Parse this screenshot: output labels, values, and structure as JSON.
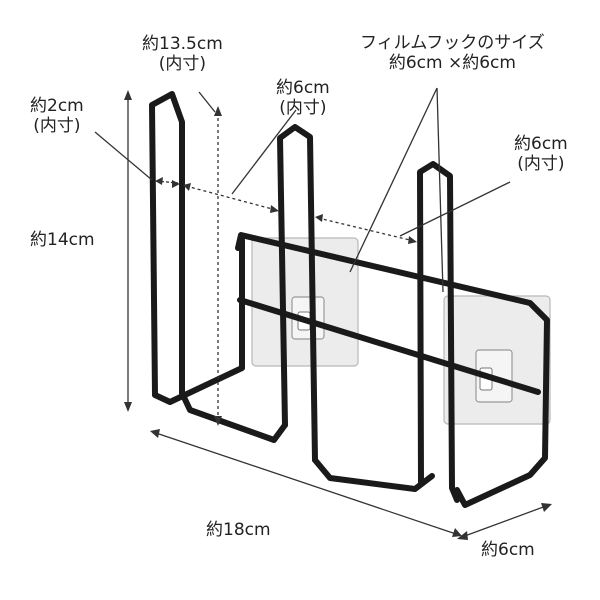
{
  "colors": {
    "frame": "#1a1a1a",
    "film": "#e6e6e6",
    "film_edge": "#b8b8b8",
    "dimension_line": "#333333",
    "text": "#222222"
  },
  "labels": {
    "height_inner": {
      "line1": "約13.5cm",
      "line2": "(内寸)"
    },
    "slot_width_1": {
      "line1": "約6cm",
      "line2": "(内寸)"
    },
    "film_hook": {
      "line1": "フィルムフックのサイズ",
      "line2": "約6cm ×約6cm"
    },
    "front_gap": {
      "line1": "約2cm",
      "line2": "(内寸)"
    },
    "slot_width_2": {
      "line1": "約6cm",
      "line2": "(内寸)"
    },
    "total_height": "約14cm",
    "total_width": "約18cm",
    "depth": "約6cm"
  }
}
